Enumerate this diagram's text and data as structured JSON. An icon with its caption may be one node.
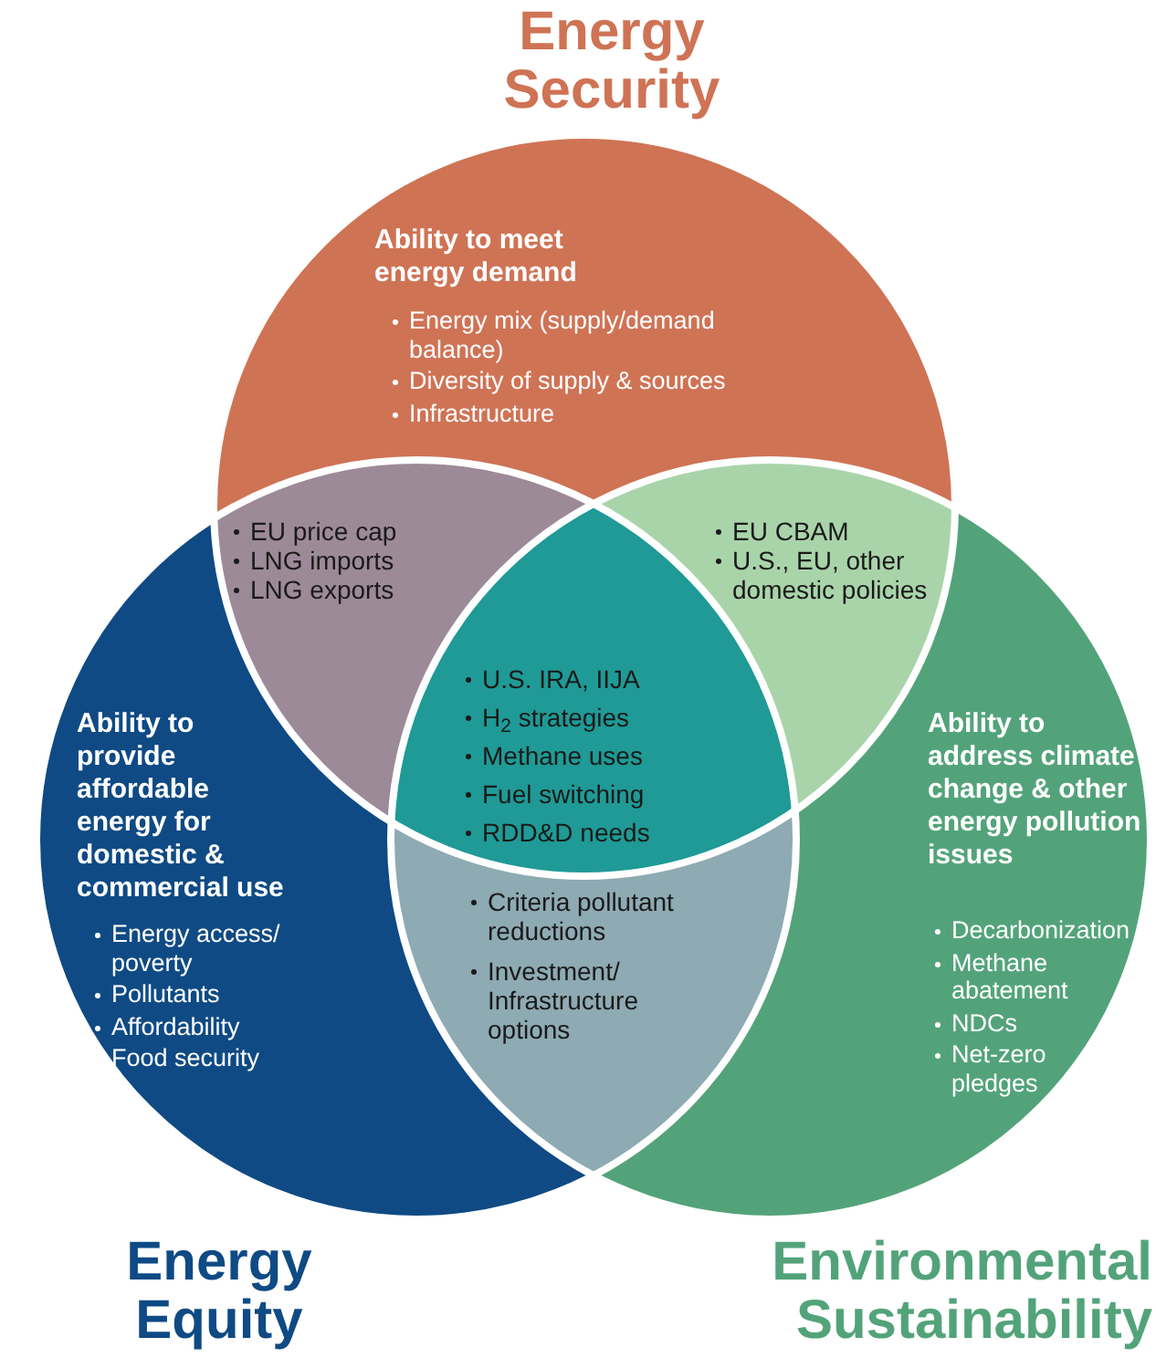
{
  "diagram": {
    "nodes": [
      {
        "text": [
          "Energy Security",
          "Ability to meet energy demand",
          "Energy mix (supply/demand balance)",
          "Diversity of supply & sources",
          "Infrastructure"
        ]
      },
      {
        "text": [
          "EU price cap",
          "LNG imports",
          "LNG exports"
        ]
      },
      {
        "text": [
          "EU CBAM",
          "U.S., EU, other domestic policies"
        ]
      },
      {
        "text": [
          "Ability to provide affordable energy for domestic & commercial use",
          "Energy access/ poverty",
          "Pollutants",
          "Affordability",
          "Food security",
          "Energy Equity"
        ]
      },
      {
        "text": [
          "U.S. IRA, IIJA",
          "H$_{2}$ strategies",
          "Methane uses",
          "Fuel switching",
          "RDD&D needs"
        ]
      },
      {
        "text": [
          "Ability to address climate change & other energy pollution issues",
          "Decarbonization",
          "Methane abatement",
          "NDCs",
          "Net-zero pledges",
          "Environmental Sustainability"
        ]
      },
      {
        "text": [
          "Criteria pollutant reductions",
          "Investment/ Infrastructure options"
        ]
      }
    ]
  }
}
